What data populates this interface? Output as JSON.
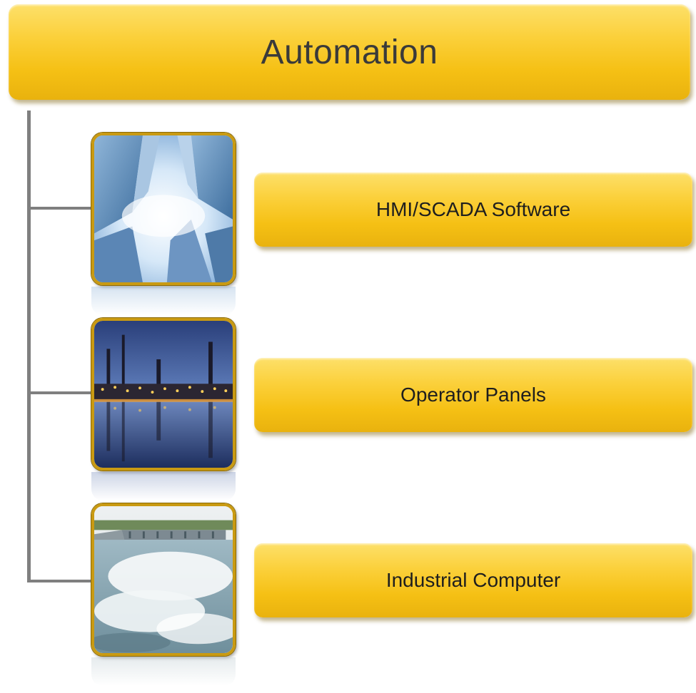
{
  "header": {
    "title": "Automation"
  },
  "items": [
    {
      "label": "HMI/SCADA Software",
      "image": "skyscrapers-sky-photo"
    },
    {
      "label": "Operator Panels",
      "image": "refinery-night-reflection-photo"
    },
    {
      "label": "Industrial Computer",
      "image": "dam-spillway-water-photo"
    }
  ],
  "colors": {
    "box_fill": "#fbd03a",
    "box_shadow": "#b28a0a",
    "connector": "#7f7f7f",
    "frame": "#c99a12"
  }
}
